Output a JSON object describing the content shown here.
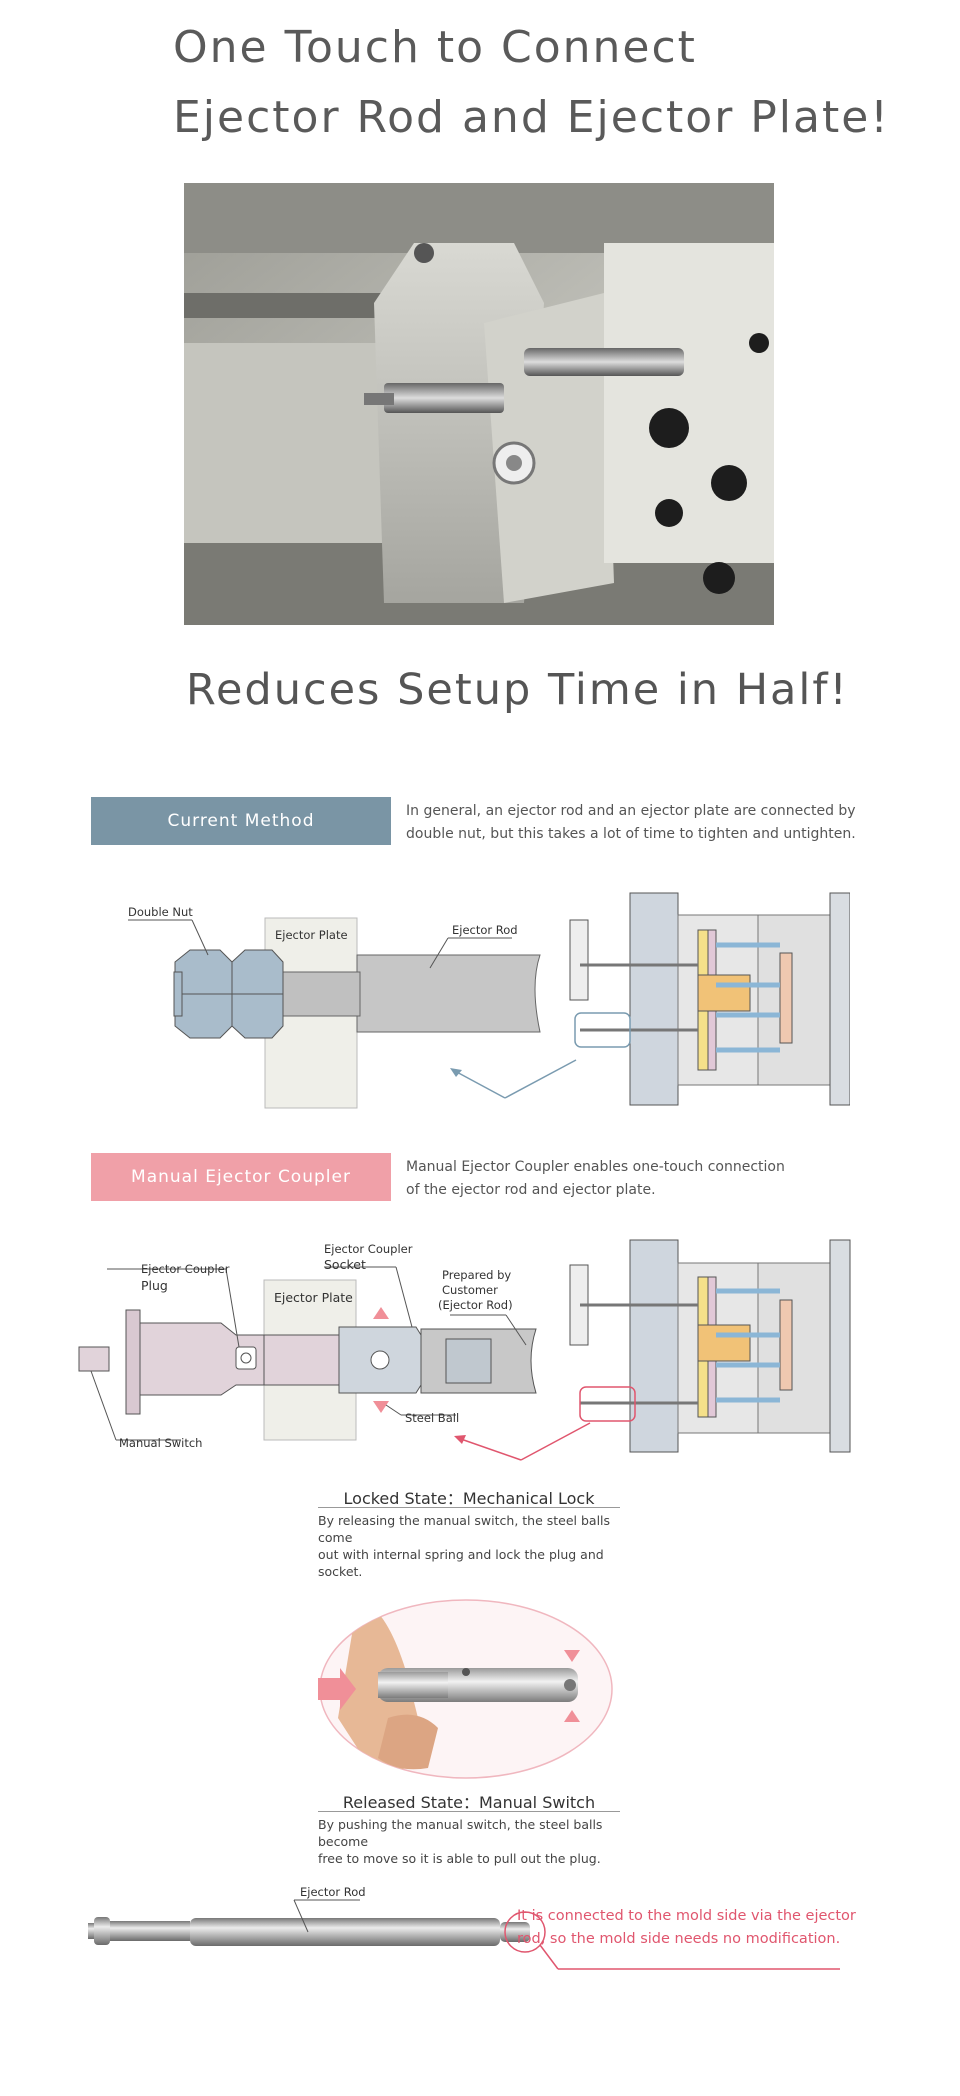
{
  "header": {
    "title_line1": "One Touch to Connect",
    "title_line2": "Ejector Rod and Ejector Plate!"
  },
  "subtitle": "Reduces Setup Time in Half!",
  "current_method": {
    "label": "Current Method",
    "description_line1": "In general, an ejector rod and an ejector plate are connected by",
    "description_line2": "double nut, but this takes a lot of time to tighten and untighten.",
    "diagram": {
      "double_nut": "Double Nut",
      "ejector_plate": "Ejector Plate",
      "ejector_rod": "Ejector Rod"
    }
  },
  "manual_coupler": {
    "label": "Manual Ejector Coupler",
    "description_line1": "Manual Ejector Coupler enables one-touch connection",
    "description_line2": "of the ejector rod and ejector plate.",
    "diagram": {
      "plug_line1": "Ejector Coupler",
      "plug_line2": "Plug",
      "socket_line1": "Ejector Coupler",
      "socket_line2": "Socket",
      "ejector_plate": "Ejector Plate",
      "prepared_line1": "Prepared by",
      "prepared_line2": "Customer",
      "prepared_line3": "(Ejector Rod)",
      "steel_ball": "Steel Ball",
      "manual_switch": "Manual Switch"
    }
  },
  "locked_state": {
    "title": "Locked State：Mechanical Lock",
    "text_line1": "By releasing the manual switch, the steel balls come",
    "text_line2": "out with internal spring and lock the plug and socket."
  },
  "released_state": {
    "title": "Released State：Manual Switch",
    "text_line1": "By pushing the manual switch, the steel balls become",
    "text_line2": "free to move so it is able to pull out the plug."
  },
  "bottom": {
    "ejector_rod": "Ejector Rod",
    "note_line1": "It is connected to the mold side via the ejector",
    "note_line2": "rod, so the mold side needs no modification."
  },
  "colors": {
    "current_label_bg": "#7a95a5",
    "coupler_label_bg": "#f0a0a8",
    "accent_red": "#e0566e",
    "arrow_blue": "#7a9bb0"
  }
}
